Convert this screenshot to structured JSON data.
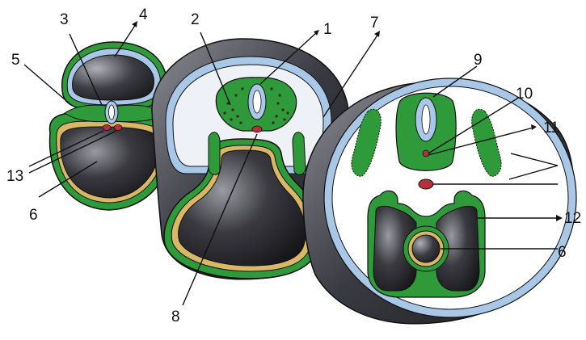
{
  "labels": {
    "l1": "1",
    "l2": "2",
    "l3": "3",
    "l4": "4",
    "l5": "5",
    "l6a": "6",
    "l6b": "6",
    "l7": "7",
    "l8": "8",
    "l9": "9",
    "l10": "10",
    "l11": "11",
    "l12": "12",
    "l13": "13"
  },
  "colors": {
    "green": "#2e9a3a",
    "darkgreen": "#1c6b25",
    "blue": "#a9c8e8",
    "yellow": "#d9b865",
    "cavity": "#2b2b30",
    "red": "#b5303a",
    "outline": "#111111",
    "pale": "#eef2f6"
  }
}
